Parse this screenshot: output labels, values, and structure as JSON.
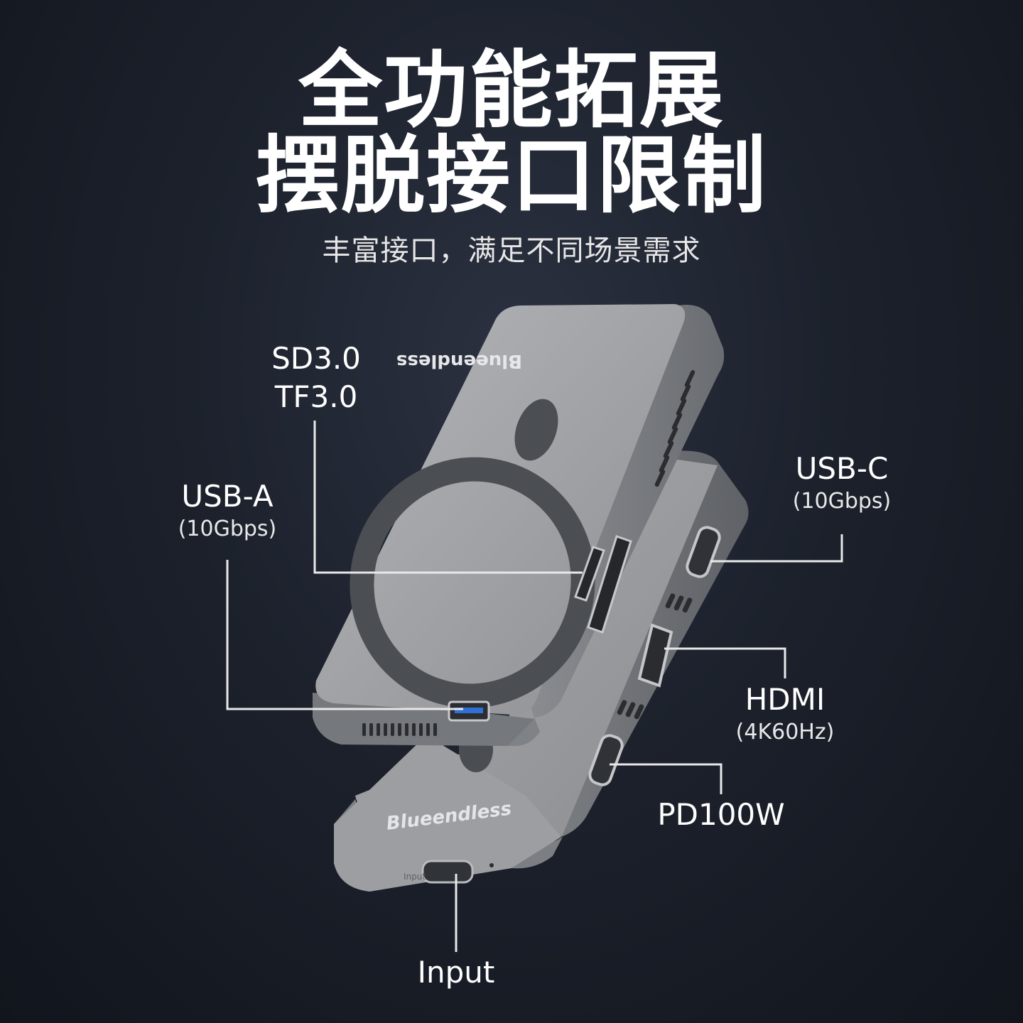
{
  "headline": {
    "line1": "全功能拓展",
    "line2": "摆脱接口限制",
    "subtitle": "丰富接口，满足不同场景需求"
  },
  "brand": {
    "top_logo": "Blueendless",
    "bottom_logo": "Blueendless",
    "input_mark": "Input"
  },
  "ports": {
    "sd": {
      "line1": "SD3.0",
      "line2": "TF3.0"
    },
    "usb_a": {
      "name": "USB-A",
      "spec": "(10Gbps)"
    },
    "usb_c": {
      "name": "USB-C",
      "spec": "(10Gbps)"
    },
    "hdmi": {
      "name": "HDMI",
      "spec": "(4K60Hz)"
    },
    "pd": {
      "name": "PD100W"
    },
    "input": {
      "name": "Input"
    }
  },
  "colors": {
    "background": "#1c212c",
    "device_face": "#9a9c9f",
    "device_side": "#6f7276",
    "magnet_ring": "#4a4d52",
    "leader": "#e8e8e8"
  }
}
